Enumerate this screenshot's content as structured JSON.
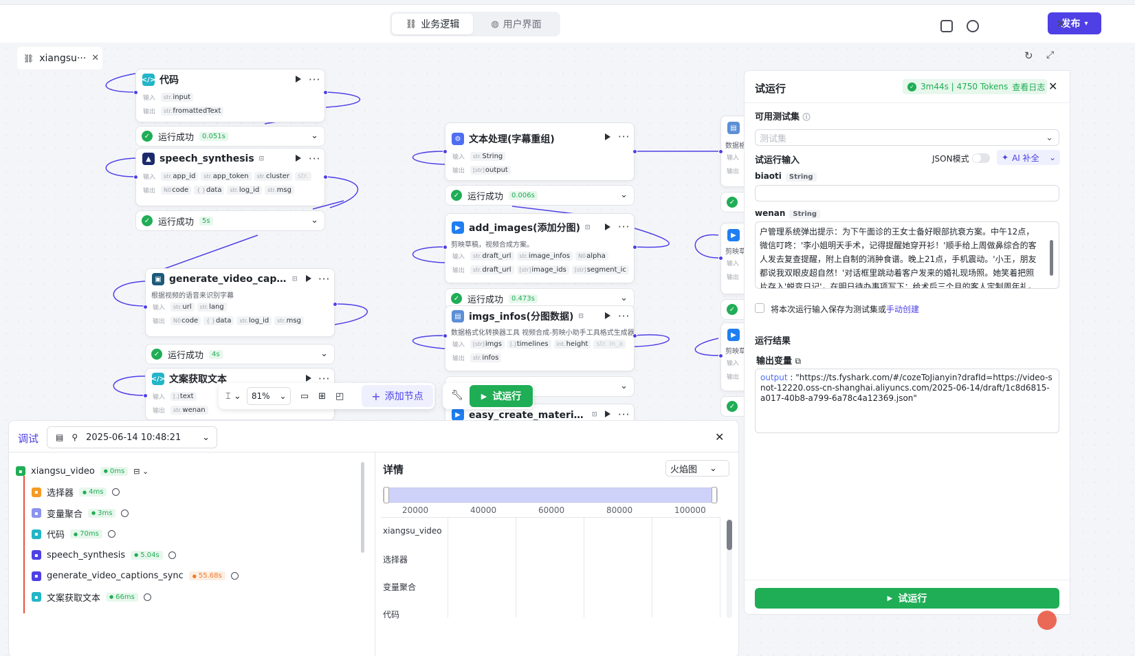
{
  "top": {
    "tab_logic": "业务逻辑",
    "tab_ui": "用户界面",
    "publish": "发布"
  },
  "canvas": {
    "file_tab": "xiangsu···"
  },
  "nodes": {
    "code": {
      "title": "代码",
      "in_label": "输入",
      "out_label": "输出",
      "in1_t": "str.",
      "in1": "input",
      "out1_t": "str.",
      "out1": "fromattedText"
    },
    "code_ok": {
      "label": "运行成功",
      "ms": "0.051s"
    },
    "speech": {
      "title": "speech_synthesis",
      "in_label": "输入",
      "out_label": "输出",
      "in1_t": "str.",
      "in1": "app_id",
      "in2_t": "str.",
      "in2": "app_token",
      "in3_t": "str.",
      "in3": "cluster",
      "in4": "str.",
      "out1_t": "N0",
      "out1": "code",
      "out2_t": "{ }",
      "out2": "data",
      "out3_t": "str.",
      "out3": "log_id",
      "out4_t": "str.",
      "out4": "msg"
    },
    "speech_ok": {
      "label": "运行成功",
      "ms": "5s"
    },
    "gvc": {
      "title": "generate_video_captions_s···",
      "desc": "根据视频的语音来识别字幕",
      "in_label": "输入",
      "out_label": "输出",
      "in1_t": "str.",
      "in1": "url",
      "in2_t": "str.",
      "in2": "lang",
      "out1_t": "N0",
      "out1": "code",
      "out2_t": "{ }",
      "out2": "data",
      "out3_t": "str.",
      "out3": "log_id",
      "out4_t": "str.",
      "out4": "msg"
    },
    "gvc_ok": {
      "label": "运行成功",
      "ms": "4s"
    },
    "copy": {
      "title": "文案获取文本",
      "in_label": "输入",
      "out_label": "输出",
      "in1_t": "[.]",
      "in1": "text",
      "out1_t": "str.",
      "out1": "wenan"
    },
    "text": {
      "title": "文本处理(字幕重组)",
      "in_label": "输入",
      "out_label": "输出",
      "in1_t": "str.",
      "in1": "String",
      "out1_t": "[str]",
      "out1": "output"
    },
    "text_ok": {
      "label": "运行成功",
      "ms": "0.006s"
    },
    "addimg": {
      "title": "add_images(添加分图)",
      "desc": "剪映草稿，视频合成方案。",
      "in_label": "输入",
      "out_label": "输出",
      "in1_t": "str.",
      "in1": "draft_url",
      "in2_t": "str.",
      "in2": "image_infos",
      "in3_t": "N0",
      "in3": "alpha",
      "out1_t": "str.",
      "out1": "draft_url",
      "out2_t": "[str]",
      "out2": "image_ids",
      "out3_t": "[str]",
      "out3": "segment_ic"
    },
    "addimg_ok": {
      "label": "运行成功",
      "ms": "0.473s"
    },
    "imgsinfo": {
      "title": "imgs_infos(分图数据)",
      "desc": "数据格式化转换器工具 视频合成-剪映小助手工具格式生成器",
      "in_label": "输入",
      "out_label": "输出",
      "in1_t": "[str]",
      "in1": "imgs",
      "in2_t": "[.]",
      "in2": "timelines",
      "in3_t": "int.",
      "in3": "height",
      "in4": "str. in_a",
      "out1_t": "str.",
      "out1": "infos"
    },
    "easy": {
      "title": "easy_create_material(添加···"
    },
    "right_desc": "数据格",
    "right_in": "输入",
    "right_out": "输出",
    "right_desc2": "剪映草",
    "right_desc3": "剪映草"
  },
  "toolbar": {
    "zoom": "81%",
    "add_node": "添加节点",
    "run": "试运行"
  },
  "debug": {
    "title": "调试",
    "date": "2025-06-14 10:48:21",
    "tree": [
      {
        "name": "xiangsu_video",
        "ms": "0ms",
        "color": "#1fad55",
        "type": "g"
      },
      {
        "name": "选择器",
        "ms": "4ms",
        "color": "#f59b23",
        "type": "g"
      },
      {
        "name": "变量聚合",
        "ms": "3ms",
        "color": "#8b93f0",
        "type": "g"
      },
      {
        "name": "代码",
        "ms": "70ms",
        "color": "#22b5c7",
        "type": "g"
      },
      {
        "name": "speech_synthesis",
        "ms": "5.04s",
        "color": "#4e40e5",
        "type": "g"
      },
      {
        "name": "generate_video_captions_sync",
        "ms": "55.68s",
        "color": "#4e40e5",
        "type": "o"
      },
      {
        "name": "文案获取文本",
        "ms": "66ms",
        "color": "#22b5c7",
        "type": "g"
      }
    ],
    "detail_title": "详情",
    "view_select": "火焰图",
    "axis": [
      "20000",
      "40000",
      "60000",
      "80000",
      "100000"
    ],
    "rows": [
      "xiangsu_video",
      "选择器",
      "变量聚合",
      "代码"
    ]
  },
  "panel": {
    "title": "试运行",
    "stats": "3m44s | 4750 Tokens",
    "view_log": "查看日志",
    "testset_label": "可用测试集",
    "testset_placeholder": "测试集",
    "input_label": "试运行输入",
    "json_mode": "JSON模式",
    "ai_fill": "AI 补全",
    "field1": "biaoti",
    "field1_type": "String",
    "field2": "wenan",
    "field2_type": "String",
    "field2_value": "户管理系统弹出提示：为下午面诊的王女士备好眼部抗衰方案。中午12点，微信叮咚：'李小姐明天手术，记得提醒她穿开衫！'顺手给上周做鼻综合的客人发去复查提醒，附上自制的消肿食谱。晚上21点，手机震动。'小王，朋友都说我双眼皮超自然！'对话框里跳动着客户发来的婚礼现场照。她笑着把照片存入'蜕变日记'，在明日待办事项写下：给术后三个月的客人定制周年礼。",
    "save_text": "将本次运行输入保存为测试集或",
    "manual_create": "手动创建",
    "result_label": "运行结果",
    "output_var": "输出变量",
    "output_key": "output",
    "output_value": "\"https://ts.fyshark.com/#/cozeToJianyin?drafId=https://video-snot-12220.oss-cn-shanghai.aliyuncs.com/2025-06-14/draft/1c8d6815-a017-40b8-a799-6a78c4a12369.json\"",
    "run_button": "试运行"
  }
}
